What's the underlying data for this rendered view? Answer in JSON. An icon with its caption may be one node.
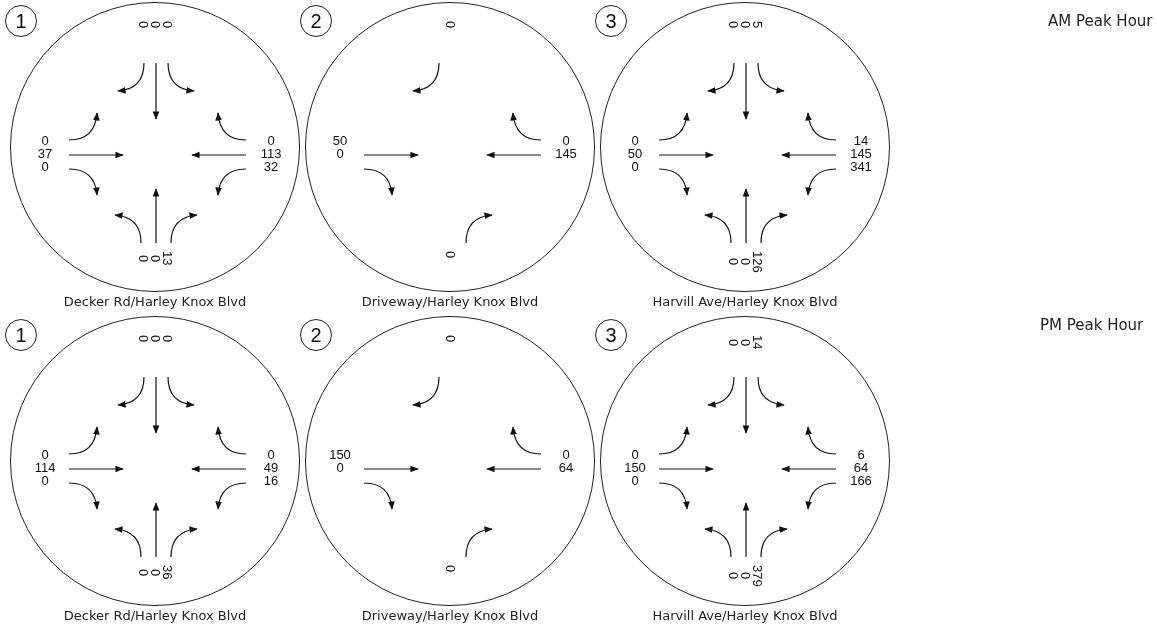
{
  "diagram": {
    "nodes": [
      {
        "text": [
          "1"
        ]
      },
      {
        "text": [
          "0 0 0",
          "0 37 0",
          "0 113 32",
          "13 0 0"
        ],
        "beside": [
          "Decker Rd/Harley Knox Blvd"
        ]
      },
      {
        "text": [
          "2"
        ]
      },
      {
        "text": [
          "0",
          "50 0",
          "0 145",
          "0"
        ],
        "beside": [
          "Driveway/Harley Knox Blvd"
        ]
      },
      {
        "text": [
          "3"
        ]
      },
      {
        "text": [
          "5 0 0",
          "0 50 0",
          "14 145 341",
          "126 0 0"
        ],
        "beside": [
          "Harvill Ave/Harley Knox Blvd"
        ]
      },
      {
        "text": [
          "1"
        ]
      },
      {
        "text": [
          "0 0 0",
          "0 114 0",
          "0 49 16",
          "36 0 0"
        ],
        "beside": [
          "Decker Rd/Harley Knox Blvd"
        ]
      },
      {
        "text": [
          "2"
        ]
      },
      {
        "text": [
          "0",
          "150 0",
          "0 64",
          "0"
        ],
        "beside": [
          "Driveway/Harley Knox Blvd"
        ]
      },
      {
        "text": [
          "3"
        ]
      },
      {
        "text": [
          "14 0 0",
          "0 150 0",
          "6 64 166",
          "379 0 0"
        ],
        "beside": [
          "Harvill Ave/Harley Knox Blvd"
        ]
      }
    ],
    "edges": [],
    "labels": [
      "AM Peak Hour",
      "PM Peak Hour"
    ]
  }
}
